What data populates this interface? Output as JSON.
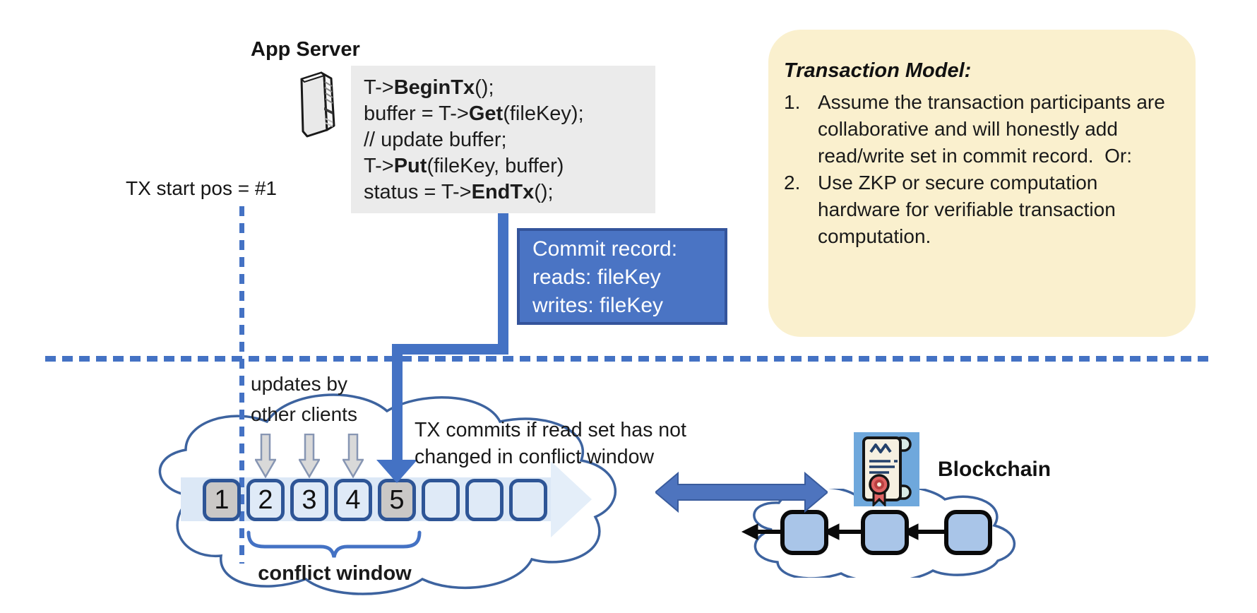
{
  "app_server": {
    "label": "App Server",
    "icon": "server-tower-icon"
  },
  "code_box": {
    "lines": [
      {
        "pre": "T->",
        "bold": "BeginTx",
        "post": "();"
      },
      {
        "pre": "buffer = T->",
        "bold": "Get",
        "post": "(fileKey);"
      },
      {
        "pre": "// update buffer;",
        "bold": "",
        "post": ""
      },
      {
        "pre": "T->",
        "bold": "Put",
        "post": "(fileKey, buffer)"
      },
      {
        "pre": "status = T->",
        "bold": "EndTx",
        "post": "();"
      }
    ]
  },
  "tx_start_label": "TX start pos = #1",
  "commit_record": {
    "lines": [
      "Commit record:",
      "reads: fileKey",
      "writes: fileKey"
    ]
  },
  "transaction_model": {
    "title": "Transaction Model:",
    "items": [
      {
        "num": "1.",
        "text": "Assume the transaction participants are collaborative and will honestly add read/write set in commit record.  Or:"
      },
      {
        "num": "2.",
        "text": "Use ZKP or secure computation hardware for verifiable transaction computation."
      }
    ]
  },
  "timeline": {
    "updates_label": "updates by\nother clients",
    "commit_label": "TX commits if read set has not changed in conflict window",
    "conflict_window_label": "conflict window",
    "blocks": [
      {
        "label": "1",
        "variant": "gray"
      },
      {
        "label": "2",
        "variant": "light"
      },
      {
        "label": "3",
        "variant": "light"
      },
      {
        "label": "4",
        "variant": "light"
      },
      {
        "label": "5",
        "variant": "gray"
      },
      {
        "label": "",
        "variant": "light"
      },
      {
        "label": "",
        "variant": "light"
      },
      {
        "label": "",
        "variant": "light"
      }
    ],
    "update_arrow_icon": "down-arrow-icon",
    "commit_arrow_icon": "elbow-down-arrow-icon"
  },
  "blockchain": {
    "label": "Blockchain",
    "icon": "certificate-scroll-icon",
    "chain_blocks": 3,
    "sync_icon": "double-headed-arrow-icon"
  },
  "colors": {
    "accent_blue": "#4472C4",
    "dark_blue": "#2F5597",
    "note_bg": "#FAF0CE",
    "code_bg": "#EBEBEB",
    "commit_bg": "#4A74C4",
    "block_light": "#DFEAF7",
    "block_gray": "#CAC8C6",
    "band_blue": "#DCE8F6",
    "chain_block_fill": "#A9C5E8",
    "icon_bg_blue": "#6FA8DC",
    "seal_red": "#E06363"
  }
}
